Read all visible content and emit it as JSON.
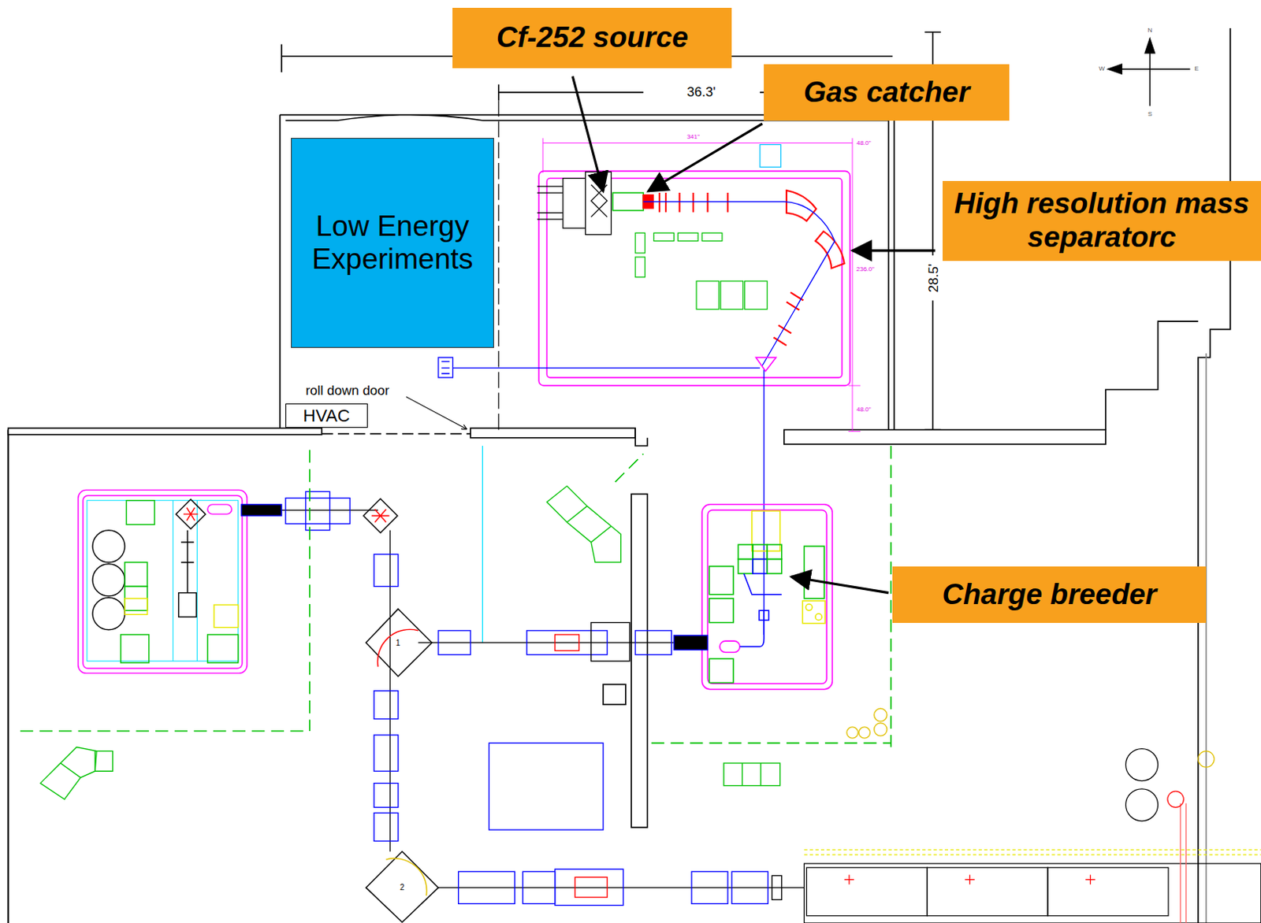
{
  "diagram": {
    "nodes": [
      {
        "text": [
          "Cf-252 source"
        ]
      },
      {
        "text": [
          "Gas catcher"
        ]
      },
      {
        "text": [
          "Low Energy Experiments"
        ]
      },
      {
        "text": [
          "High resolution mass separatorc"
        ]
      },
      {
        "text": [
          "HVAC"
        ]
      },
      {
        "text": [
          "Charge breeder"
        ]
      }
    ],
    "labels": [
      "36.3'",
      "28.5'",
      "roll down door",
      "341\"",
      "48.0\"",
      "236.0\"",
      "48.0\"",
      "N",
      "W",
      "E",
      "S",
      "1",
      "2"
    ]
  }
}
